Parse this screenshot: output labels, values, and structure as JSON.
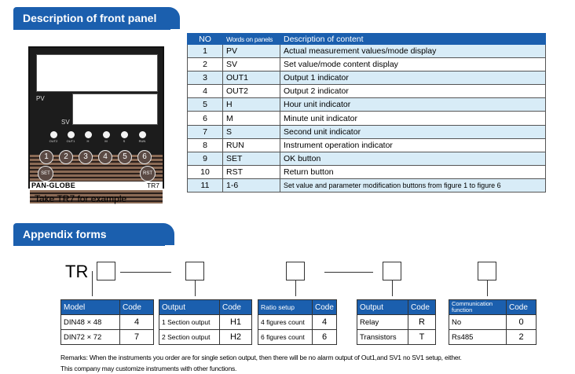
{
  "headers": {
    "front_panel": "Description of front panel",
    "appendix": "Appendix forms"
  },
  "panel": {
    "pv_label": "PV",
    "sv_label": "SV",
    "leds": [
      "OUT2",
      "OUT1",
      "H",
      "M",
      "S",
      "RUN"
    ],
    "buttons": [
      "1",
      "2",
      "3",
      "4",
      "5",
      "6"
    ],
    "set_label": "SET",
    "rst_label": "RST",
    "brand": "PAN-GLOBE",
    "model": "TR7",
    "caption": "Take TR7 for example"
  },
  "desc_table": {
    "headers": [
      "NO",
      "Words on panels",
      "Description of content"
    ],
    "rows": [
      {
        "no": "1",
        "word": "PV",
        "desc": "Actual measurement values/mode display"
      },
      {
        "no": "2",
        "word": "SV",
        "desc": "Set value/mode content display"
      },
      {
        "no": "3",
        "word": "OUT1",
        "desc": "Output 1 indicator"
      },
      {
        "no": "4",
        "word": "OUT2",
        "desc": "Output 2 indicator"
      },
      {
        "no": "5",
        "word": "H",
        "desc": "Hour unit indicator"
      },
      {
        "no": "6",
        "word": "M",
        "desc": "Minute unit indicator"
      },
      {
        "no": "7",
        "word": "S",
        "desc": "Second unit indicator"
      },
      {
        "no": "8",
        "word": "RUN",
        "desc": "Instrument operation indicator"
      },
      {
        "no": "9",
        "word": "SET",
        "desc": "OK button"
      },
      {
        "no": "10",
        "word": "RST",
        "desc": "Return button"
      },
      {
        "no": "11",
        "word": "1-6",
        "desc": "Set value and parameter modification buttons from figure 1 to figure 6"
      }
    ]
  },
  "appendix": {
    "prefix": "TR",
    "tables": [
      {
        "h1": "Model",
        "h2": "Code",
        "rows": [
          [
            "DIN48 × 48",
            "4"
          ],
          [
            "DIN72 × 72",
            "7"
          ]
        ]
      },
      {
        "h1": "Output",
        "h2": "Code",
        "rows": [
          [
            "1 Section output",
            "H1"
          ],
          [
            "2 Section output",
            "H2"
          ]
        ]
      },
      {
        "h1": "Ratio setup",
        "h2": "Code",
        "rows": [
          [
            "4 figures count",
            "4"
          ],
          [
            "6 figures count",
            "6"
          ]
        ]
      },
      {
        "h1": "Output",
        "h2": "Code",
        "rows": [
          [
            "Relay",
            "R"
          ],
          [
            "Transistors",
            "T"
          ]
        ]
      },
      {
        "h1": "Communication function",
        "h2": "Code",
        "rows": [
          [
            "No",
            "0"
          ],
          [
            "Rs485",
            "2"
          ]
        ]
      }
    ],
    "remarks": [
      "Remarks: When the instruments you order are for single setion output, then there will be no alarm output of Out1,and SV1 no SV1 setup, either.",
      "This company may customize instruments with other functions."
    ]
  }
}
